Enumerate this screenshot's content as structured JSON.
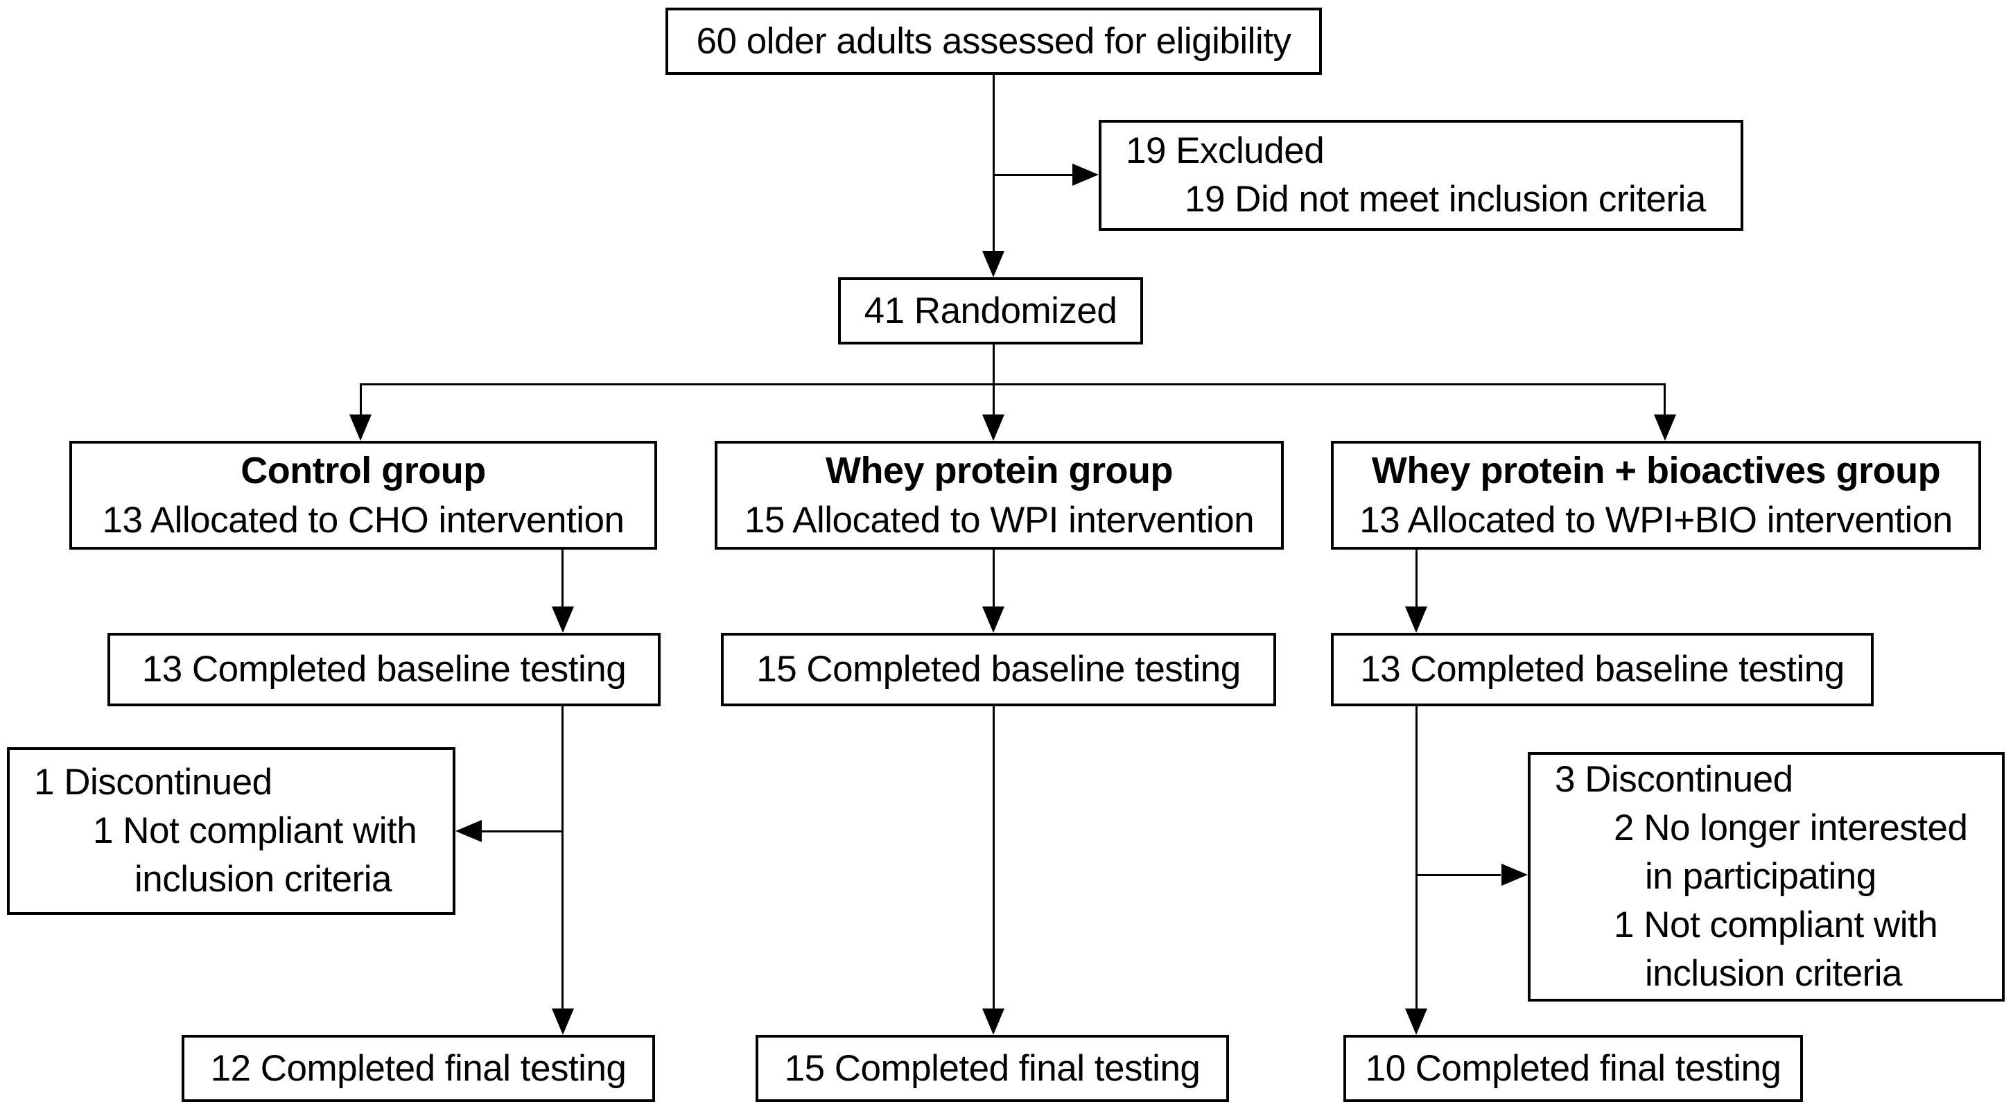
{
  "colors": {
    "ink": "#000000",
    "paper": "#ffffff"
  },
  "flow": {
    "eligibility": "60 older adults assessed for eligibility",
    "excluded": {
      "title": "19 Excluded",
      "reason": "19 Did not meet inclusion criteria"
    },
    "randomized": "41 Randomized",
    "control": {
      "title": "Control group",
      "allocated": "13 Allocated to CHO intervention",
      "baseline": "13 Completed baseline testing",
      "discontinued": {
        "title": "1 Discontinued",
        "reason_line1": "1 Not compliant with",
        "reason_line2": "inclusion criteria"
      },
      "final": "12 Completed final testing"
    },
    "whey_protein": {
      "title": "Whey protein group",
      "allocated": "15 Allocated to WPI intervention",
      "baseline": "15 Completed baseline testing",
      "final": "15 Completed final testing"
    },
    "whey_protein_bioactives": {
      "title": "Whey protein + bioactives group",
      "allocated": "13 Allocated to WPI+BIO intervention",
      "baseline": "13 Completed baseline testing",
      "discontinued": {
        "title": "3 Discontinued",
        "reason1_line1": "2 No longer interested",
        "reason1_line2": "in participating",
        "reason2_line1": "1 Not compliant with",
        "reason2_line2": "inclusion criteria"
      },
      "final": "10 Completed final testing"
    }
  }
}
